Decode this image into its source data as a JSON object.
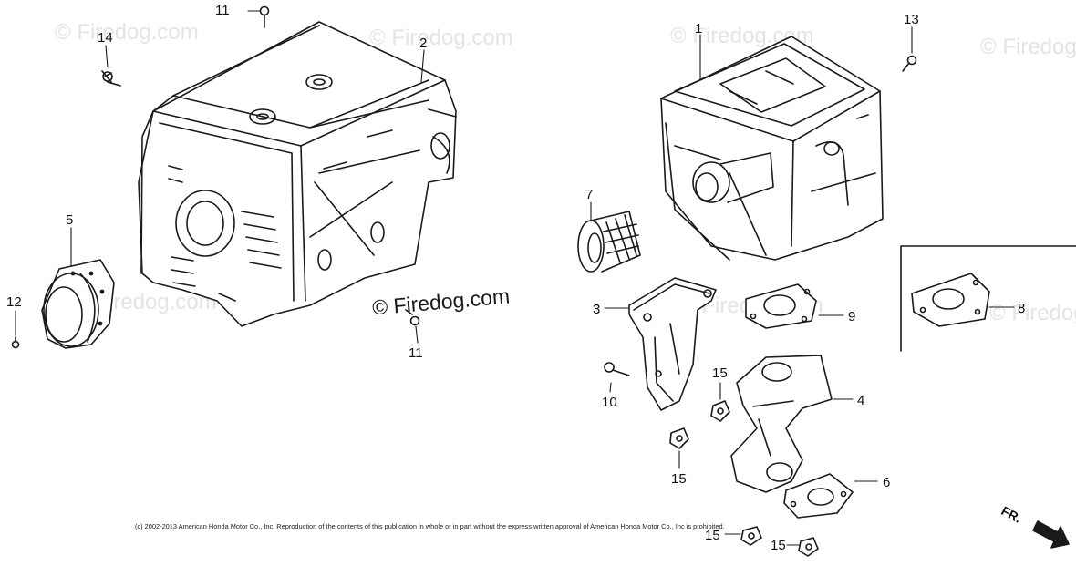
{
  "diagram": {
    "watermark_text": "© Firedog.com",
    "watermark_main": "© Firedog.com",
    "copyright": "(c) 2002-2013 American Honda Motor Co., Inc. Reproduction of the contents of this publication in whole or in part without the express written approval of American Honda Motor Co., Inc is prohibited.",
    "direction_label": "FR.",
    "callouts": {
      "c1": "1",
      "c2": "2",
      "c3": "3",
      "c4": "4",
      "c5": "5",
      "c6": "6",
      "c7": "7",
      "c8": "8",
      "c9": "9",
      "c10": "10",
      "c11a": "11",
      "c11b": "11",
      "c12": "12",
      "c13": "13",
      "c14": "14",
      "c15a": "15",
      "c15b": "15",
      "c15c": "15",
      "c15d": "15"
    },
    "colors": {
      "line": "#1a1a1a",
      "watermark": "#e4e4e4"
    }
  }
}
